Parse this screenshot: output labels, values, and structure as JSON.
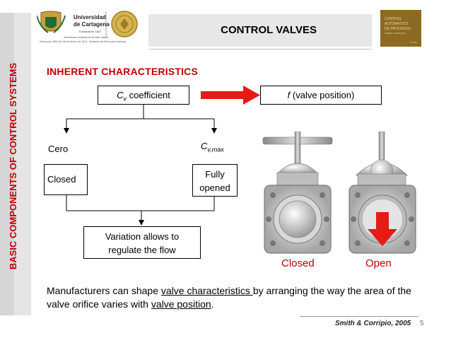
{
  "header": {
    "title": "CONTROL VALVES",
    "university_line1": "Universidad",
    "university_line2": "de Cartagena",
    "founded": "Fundada en 1827",
    "accreditation_line1": "Acreditación Institucional de Alta Calidad",
    "accreditation_line2": "Resolución 2583 del 26 de febrero de 2014 · Ministerio de Educación Nacional",
    "book_title_1": "CONTROL",
    "book_title_2": "AUTOMÁTICO",
    "book_title_3": "DE PROCESOS",
    "book_subtitle": "TEORÍA Y PRÁCTICA",
    "book_publisher": "Limusa"
  },
  "sidebar": {
    "label": "BASIC COMPONENTS OF CONTROL SYSTEMS"
  },
  "content": {
    "subtitle": "INHERENT CHARACTERISTICS",
    "cv_box": {
      "symbol": "C",
      "sub": "v",
      "text": " coefficient"
    },
    "f_box": {
      "symbol": "f",
      "text": " (valve position)"
    },
    "cero": "Cero",
    "cvmax": {
      "symbol": "C",
      "sub": "v,max"
    },
    "closed_box": "Closed",
    "opened_box_line1": "Fully",
    "opened_box_line2": "opened",
    "variation_line1": "Variation allows to",
    "variation_line2": "regulate the flow",
    "closed_caption": "Closed",
    "open_caption": "Open",
    "desc_part1": "Manufacturers can shape ",
    "desc_link1": "valve characteristics ",
    "desc_part2": "by arranging the way the area of the valve orifice varies with ",
    "desc_link2": "valve position",
    "desc_part3": "."
  },
  "footer": {
    "reference": "Smith & Corripio, 2005",
    "page": "5"
  },
  "colors": {
    "accent_red": "#c00000",
    "arrow_red": "#e41b17",
    "sidebar_gray": "#e5e5e5",
    "book_brown": "#8c6a22"
  }
}
